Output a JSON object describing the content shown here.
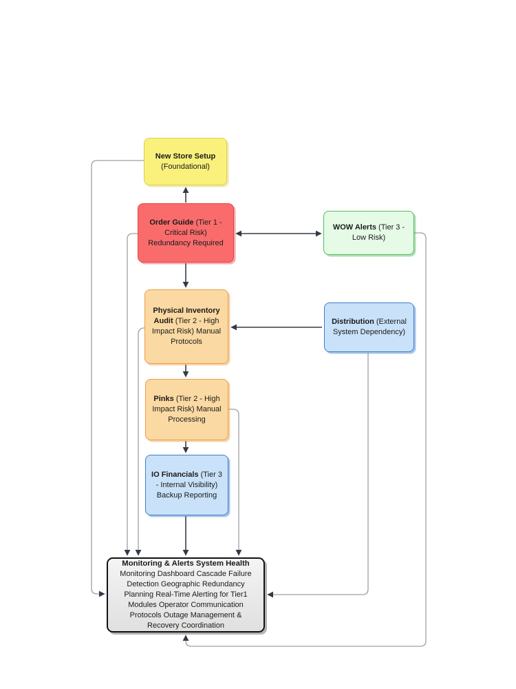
{
  "diagram": {
    "type": "flowchart",
    "nodes": {
      "new_store": {
        "bold": "New Store Setup",
        "rest": " (Foundational)",
        "fill": "#f9f17c",
        "stroke": "#e3cd4d"
      },
      "order_guide": {
        "bold": "Order Guide",
        "rest": " (Tier 1 - Critical Risk) Redundancy Required",
        "fill": "#fa6c6c",
        "stroke": "#e84040"
      },
      "wow_alerts": {
        "bold": "WOW Alerts",
        "rest": " (Tier 3 - Low Risk)",
        "fill": "#e5fbe6",
        "stroke": "#54b95f"
      },
      "physical_inventory": {
        "bold": "Physical Inventory Audit",
        "rest": " (Tier 2 - High Impact Risk) Manual Protocols",
        "fill": "#fbd9a2",
        "stroke": "#ee9c45"
      },
      "distribution": {
        "bold": "Distribution",
        "rest": " (External System Dependency)",
        "fill": "#c9e2f9",
        "stroke": "#3d7cc9"
      },
      "pinks": {
        "bold": "Pinks",
        "rest": " (Tier 2 - High Impact Risk) Manual Processing",
        "fill": "#fbd9a2",
        "stroke": "#ee9c45"
      },
      "io_financials": {
        "bold": "IO Financials",
        "rest": " (Tier 3 - Internal Visibility) Backup Reporting",
        "fill": "#c9e2f9",
        "stroke": "#3d7cc9"
      },
      "monitoring": {
        "title": "Monitoring & Alerts System Health",
        "body": "Monitoring Dashboard Cascade Failure Detection Geographic Redundancy Planning Real-Time Alerting for Tier1 Modules Operator Communication Protocols Outage Management & Recovery Coordination",
        "fill": "#e9e9e9",
        "stroke": "#111111"
      }
    },
    "edges": [
      {
        "from": "order_guide",
        "to": "new_store",
        "arrow": "single"
      },
      {
        "from": "order_guide",
        "to": "wow_alerts",
        "arrow": "double"
      },
      {
        "from": "order_guide",
        "to": "physical_inventory",
        "arrow": "single"
      },
      {
        "from": "distribution",
        "to": "physical_inventory",
        "arrow": "single"
      },
      {
        "from": "physical_inventory",
        "to": "pinks",
        "arrow": "single"
      },
      {
        "from": "pinks",
        "to": "io_financials",
        "arrow": "single"
      },
      {
        "from": "io_financials",
        "to": "monitoring",
        "arrow": "single"
      },
      {
        "from": "new_store",
        "to": "monitoring",
        "arrow": "single",
        "route": "left-loop"
      },
      {
        "from": "order_guide",
        "to": "monitoring",
        "arrow": "single",
        "route": "left-loop"
      },
      {
        "from": "physical_inventory",
        "to": "monitoring",
        "arrow": "single",
        "route": "left-loop"
      },
      {
        "from": "pinks",
        "to": "monitoring",
        "arrow": "single",
        "route": "right-loop"
      },
      {
        "from": "distribution",
        "to": "monitoring",
        "arrow": "single",
        "route": "right-loop"
      },
      {
        "from": "wow_alerts",
        "to": "monitoring",
        "arrow": "single",
        "route": "bottom-loop"
      }
    ],
    "edge_colors": {
      "direct": "#333a47",
      "loop": "#9aa0a6",
      "arrowhead": "#333a47"
    }
  }
}
